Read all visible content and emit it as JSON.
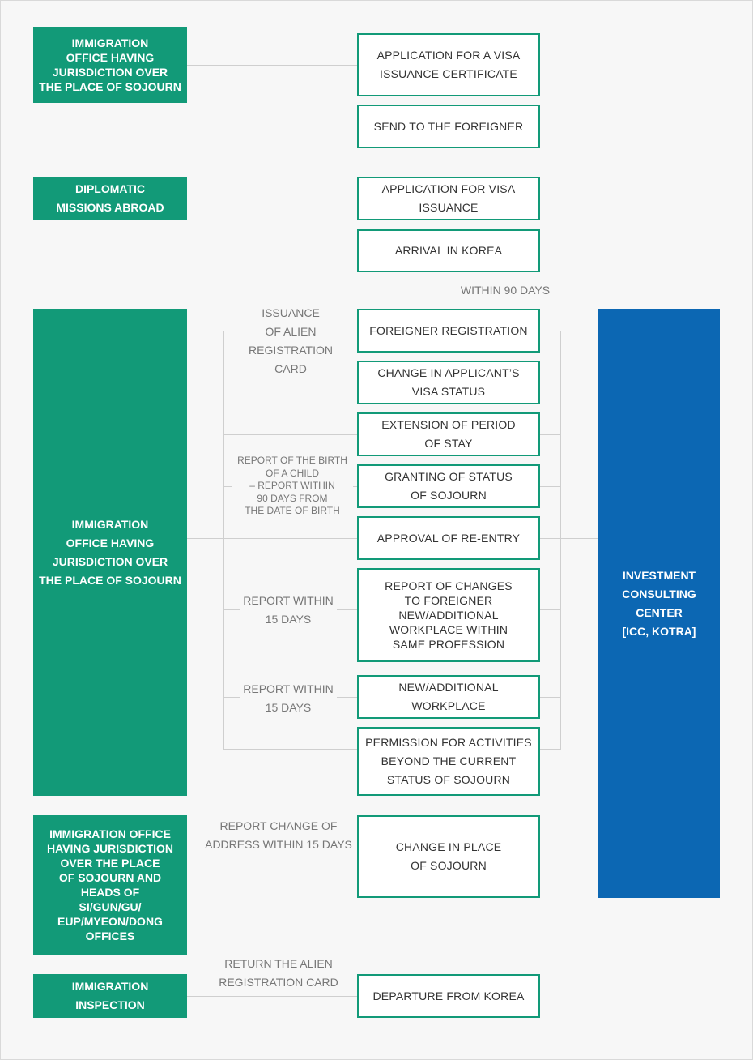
{
  "left_column": {
    "visa_certificate_office": "IMMIGRATION\nOFFICE HAVING\nJURISDICTION OVER\nTHE PLACE OF SOJOURN",
    "diplomatic_missions": "DIPLOMATIC\nMISSIONS ABROAD",
    "sojourn_office": "IMMIGRATION\nOFFICE HAVING\nJURISDICTION OVER\nTHE PLACE OF SOJOURN",
    "address_office": "IMMIGRATION OFFICE\nHAVING JURISDICTION\nOVER THE PLACE\nOF SOJOURN AND\nHEADS OF\nSI/GUN/GU/\nEUP/MYEON/DONG\nOFFICES",
    "immigration_inspection": "IMMIGRATION\nINSPECTION"
  },
  "steps": {
    "visa_certificate_application": "APPLICATION FOR A VISA\nISSUANCE CERTIFICATE",
    "send_to_foreigner": "SEND TO THE FOREIGNER",
    "visa_application": "APPLICATION FOR VISA\nISSUANCE",
    "arrival": "ARRIVAL IN KOREA",
    "foreigner_registration": "FOREIGNER REGISTRATION",
    "change_visa_status": "CHANGE IN APPLICANT’S\nVISA STATUS",
    "extension_of_stay": "EXTENSION OF PERIOD\nOF STAY",
    "granting_status": "GRANTING OF STATUS\nOF SOJOURN",
    "reentry_approval": "APPROVAL OF RE-ENTRY",
    "report_workplace_changes": "REPORT OF CHANGES\nTO FOREIGNER\nNEW/ADDITIONAL\nWORKPLACE WITHIN\nSAME PROFESSION",
    "new_workplace": "NEW/ADDITIONAL\nWORKPLACE",
    "activities_permission": "PERMISSION FOR ACTIVITIES\nBEYOND THE CURRENT\nSTATUS OF SOJOURN",
    "change_place": "CHANGE IN PLACE\nOF SOJOURN",
    "departure": "DEPARTURE FROM KOREA"
  },
  "notes": {
    "within_90_days": "WITHIN 90 DAYS",
    "issuance_card": "ISSUANCE\nOF ALIEN\nREGISTRATION CARD",
    "birth_report": "REPORT OF THE BIRTH\nOF A CHILD\n– REPORT WITHIN\n90 DAYS FROM\nTHE DATE OF BIRTH",
    "report_15_days_1": "REPORT WITHIN\n15 DAYS",
    "report_15_days_2": "REPORT WITHIN\n15 DAYS",
    "address_change": "REPORT CHANGE OF\nADDRESS WITHIN 15 DAYS",
    "return_card": "RETURN THE ALIEN\nREGISTRATION CARD"
  },
  "right_column": {
    "investment_center": "INVESTMENT\nCONSULTING\nCENTER\n[ICC, KOTRA]"
  },
  "colors": {
    "green": "#129a78",
    "blue": "#0c67b3",
    "line": "#cfcfcf"
  }
}
